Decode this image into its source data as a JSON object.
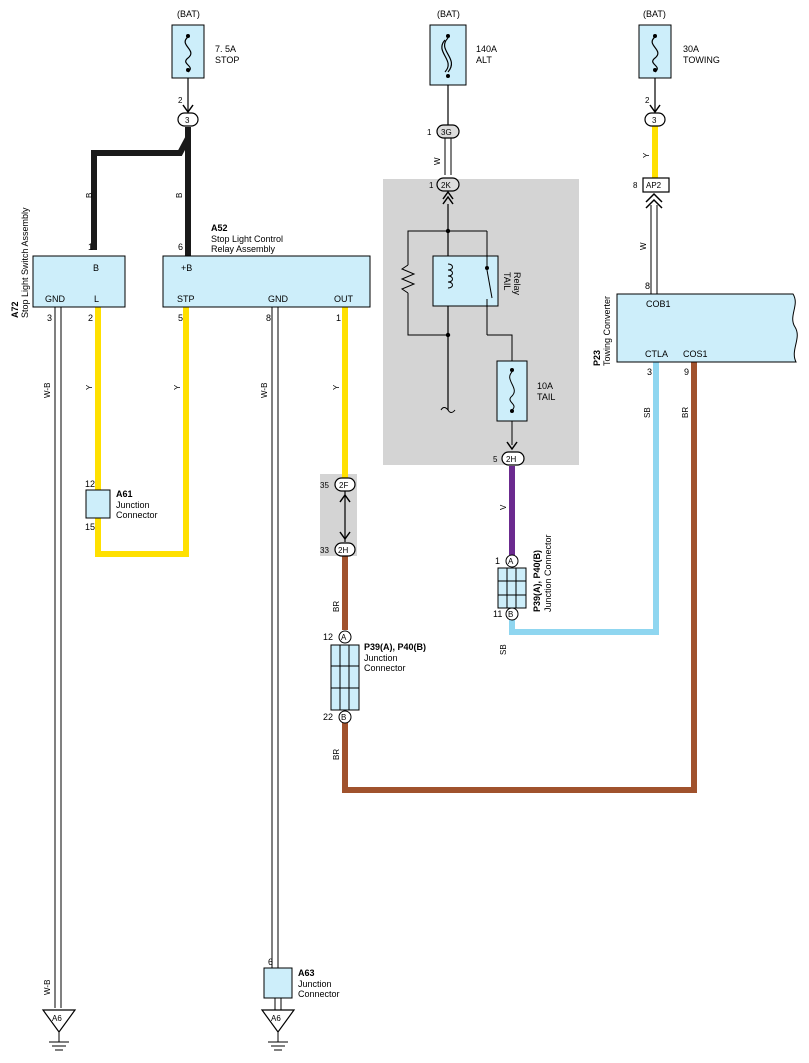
{
  "colors": {
    "black_wire": "#1a1a1a",
    "yellow_wire": "#ffe000",
    "brown_wire": "#a0522d",
    "violet_wire": "#6b2a8f",
    "skyblue_wire": "#8fd6f0",
    "white_wire": "#ffffff",
    "component_fill": "#cdeefa",
    "shade": "#d4d4d4"
  },
  "power": {
    "stop": {
      "source": "(BAT)",
      "rating": "7. 5A",
      "name": "STOP",
      "pin": "2",
      "conn": "3"
    },
    "alt": {
      "source": "(BAT)",
      "rating": "140A",
      "name": "ALT",
      "pin": "1",
      "conn": "3G"
    },
    "towing": {
      "source": "(BAT)",
      "rating": "30A",
      "name": "TOWING",
      "pin": "2",
      "conn": "3"
    }
  },
  "a72": {
    "code": "A72",
    "name": "Stop Light Switch Assembly",
    "pin_b_num": "1",
    "pin_b": "B",
    "pin_gnd": "GND",
    "pin_gnd_num": "3",
    "pin_l": "L",
    "pin_l_num": "2"
  },
  "a52": {
    "code": "A52",
    "name_line1": "Stop Light Control",
    "name_line2": "Relay Assembly",
    "pin_b_num": "6",
    "pin_b": "+B",
    "pin_stp": "STP",
    "pin_stp_num": "5",
    "pin_gnd": "GND",
    "pin_gnd_num": "8",
    "pin_out": "OUT",
    "pin_out_num": "1"
  },
  "a61": {
    "code": "A61",
    "line1": "Junction",
    "line2": "Connector",
    "pin_top": "12",
    "pin_bottom": "15"
  },
  "a63": {
    "code": "A63",
    "line1": "Junction",
    "line2": "Connector",
    "pin_top": "6"
  },
  "relay_block": {
    "conn_2k": "2K",
    "pin_2k": "1",
    "relay_name_line1": "TAIL",
    "relay_name_line2": "Relay",
    "fuse_rating": "10A",
    "fuse_name": "TAIL",
    "conn_2h": "2H",
    "pin_2h": "5"
  },
  "inline_conn": {
    "c2f": "2F",
    "c2f_pin": "35",
    "c2h": "2H",
    "c2h_pin": "33"
  },
  "jc_left": {
    "title": "P39(A), P40(B)",
    "line1": "Junction",
    "line2": "Connector",
    "pin_a": "12",
    "pin_b": "22",
    "label_a": "A",
    "label_b": "B"
  },
  "jc_right": {
    "title": "P39(A), P40(B)",
    "subtitle": "Junction Connector",
    "pin_a": "1",
    "pin_b": "11",
    "label_a": "A",
    "label_b": "B"
  },
  "ap2": {
    "code": "AP2",
    "pin": "8"
  },
  "p23": {
    "code": "P23",
    "name": "Towing Converter",
    "pin_cob": "COB1",
    "pin_cob_num": "8",
    "pin_ctla": "CTLA",
    "pin_ctla_num": "3",
    "pin_cos": "COS1",
    "pin_cos_num": "9"
  },
  "wire_labels": {
    "b": "B",
    "y": "Y",
    "wb": "W-B",
    "w": "W",
    "br": "BR",
    "v": "V",
    "sb": "SB"
  },
  "grounds": {
    "left": "A6",
    "right": "A6"
  }
}
